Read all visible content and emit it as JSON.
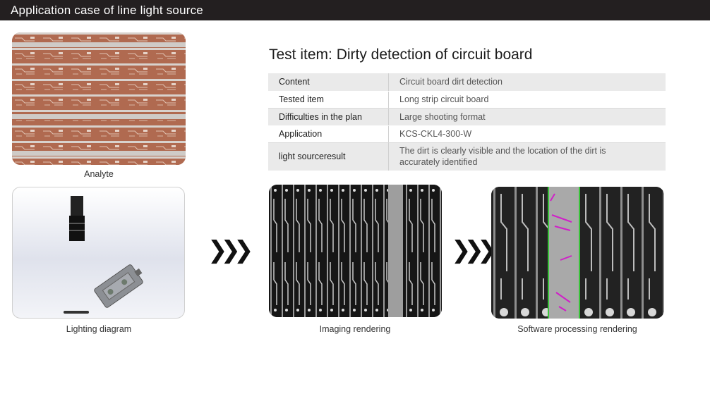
{
  "header": {
    "title": "Application case of line light source"
  },
  "images": {
    "analyte_caption": "Analyte",
    "lighting_caption": "Lighting diagram",
    "imaging_caption": "Imaging rendering",
    "software_caption": "Software processing rendering"
  },
  "test": {
    "title": "Test item: Dirty detection of circuit board",
    "rows": [
      {
        "key": "Content",
        "value": "Circuit board dirt detection"
      },
      {
        "key": "Tested item",
        "value": "Long strip circuit board"
      },
      {
        "key": "Difficulties in the plan",
        "value": "Large shooting format"
      },
      {
        "key": "Application",
        "value": "KCS-CKL4-300-W"
      },
      {
        "key": "light sourceresult",
        "value": "The dirt is clearly visible and the location of the dirt is accurately identified"
      }
    ]
  },
  "arrow_glyph": "❯❯❯",
  "colors": {
    "header_bg": "#231f20",
    "highlight_green": "#3ac43a",
    "defect_magenta": "#d020c8"
  }
}
